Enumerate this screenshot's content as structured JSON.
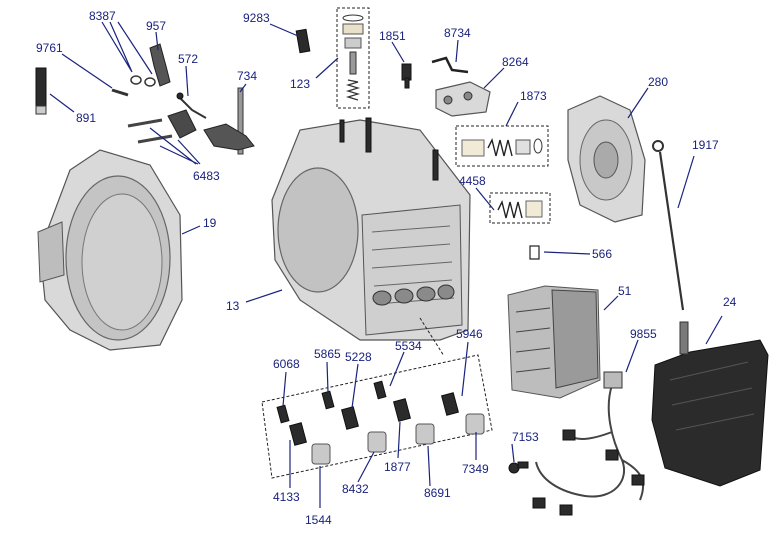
{
  "labels": {
    "l8387": "8387",
    "l957": "957",
    "l9283": "9283",
    "l1851": "1851",
    "l8734": "8734",
    "l9761": "9761",
    "l572": "572",
    "l734": "734",
    "l123": "123",
    "l8264": "8264",
    "l280": "280",
    "l891": "891",
    "l1873": "1873",
    "l1917": "1917",
    "l6483": "6483",
    "l4458": "4458",
    "l19": "19",
    "l566": "566",
    "l51": "51",
    "l13": "13",
    "l24": "24",
    "l5946": "5946",
    "l6068": "6068",
    "l5865": "5865",
    "l5228": "5228",
    "l5534": "5534",
    "l9855": "9855",
    "l7153": "7153",
    "l7349": "7349",
    "l1877": "1877",
    "l8691": "8691",
    "l4133": "4133",
    "l8432": "8432",
    "l1544": "1544"
  },
  "colors": {
    "label": "#1a237e",
    "casting": "#d9d9d9",
    "dark_part": "#2b2b2b"
  }
}
